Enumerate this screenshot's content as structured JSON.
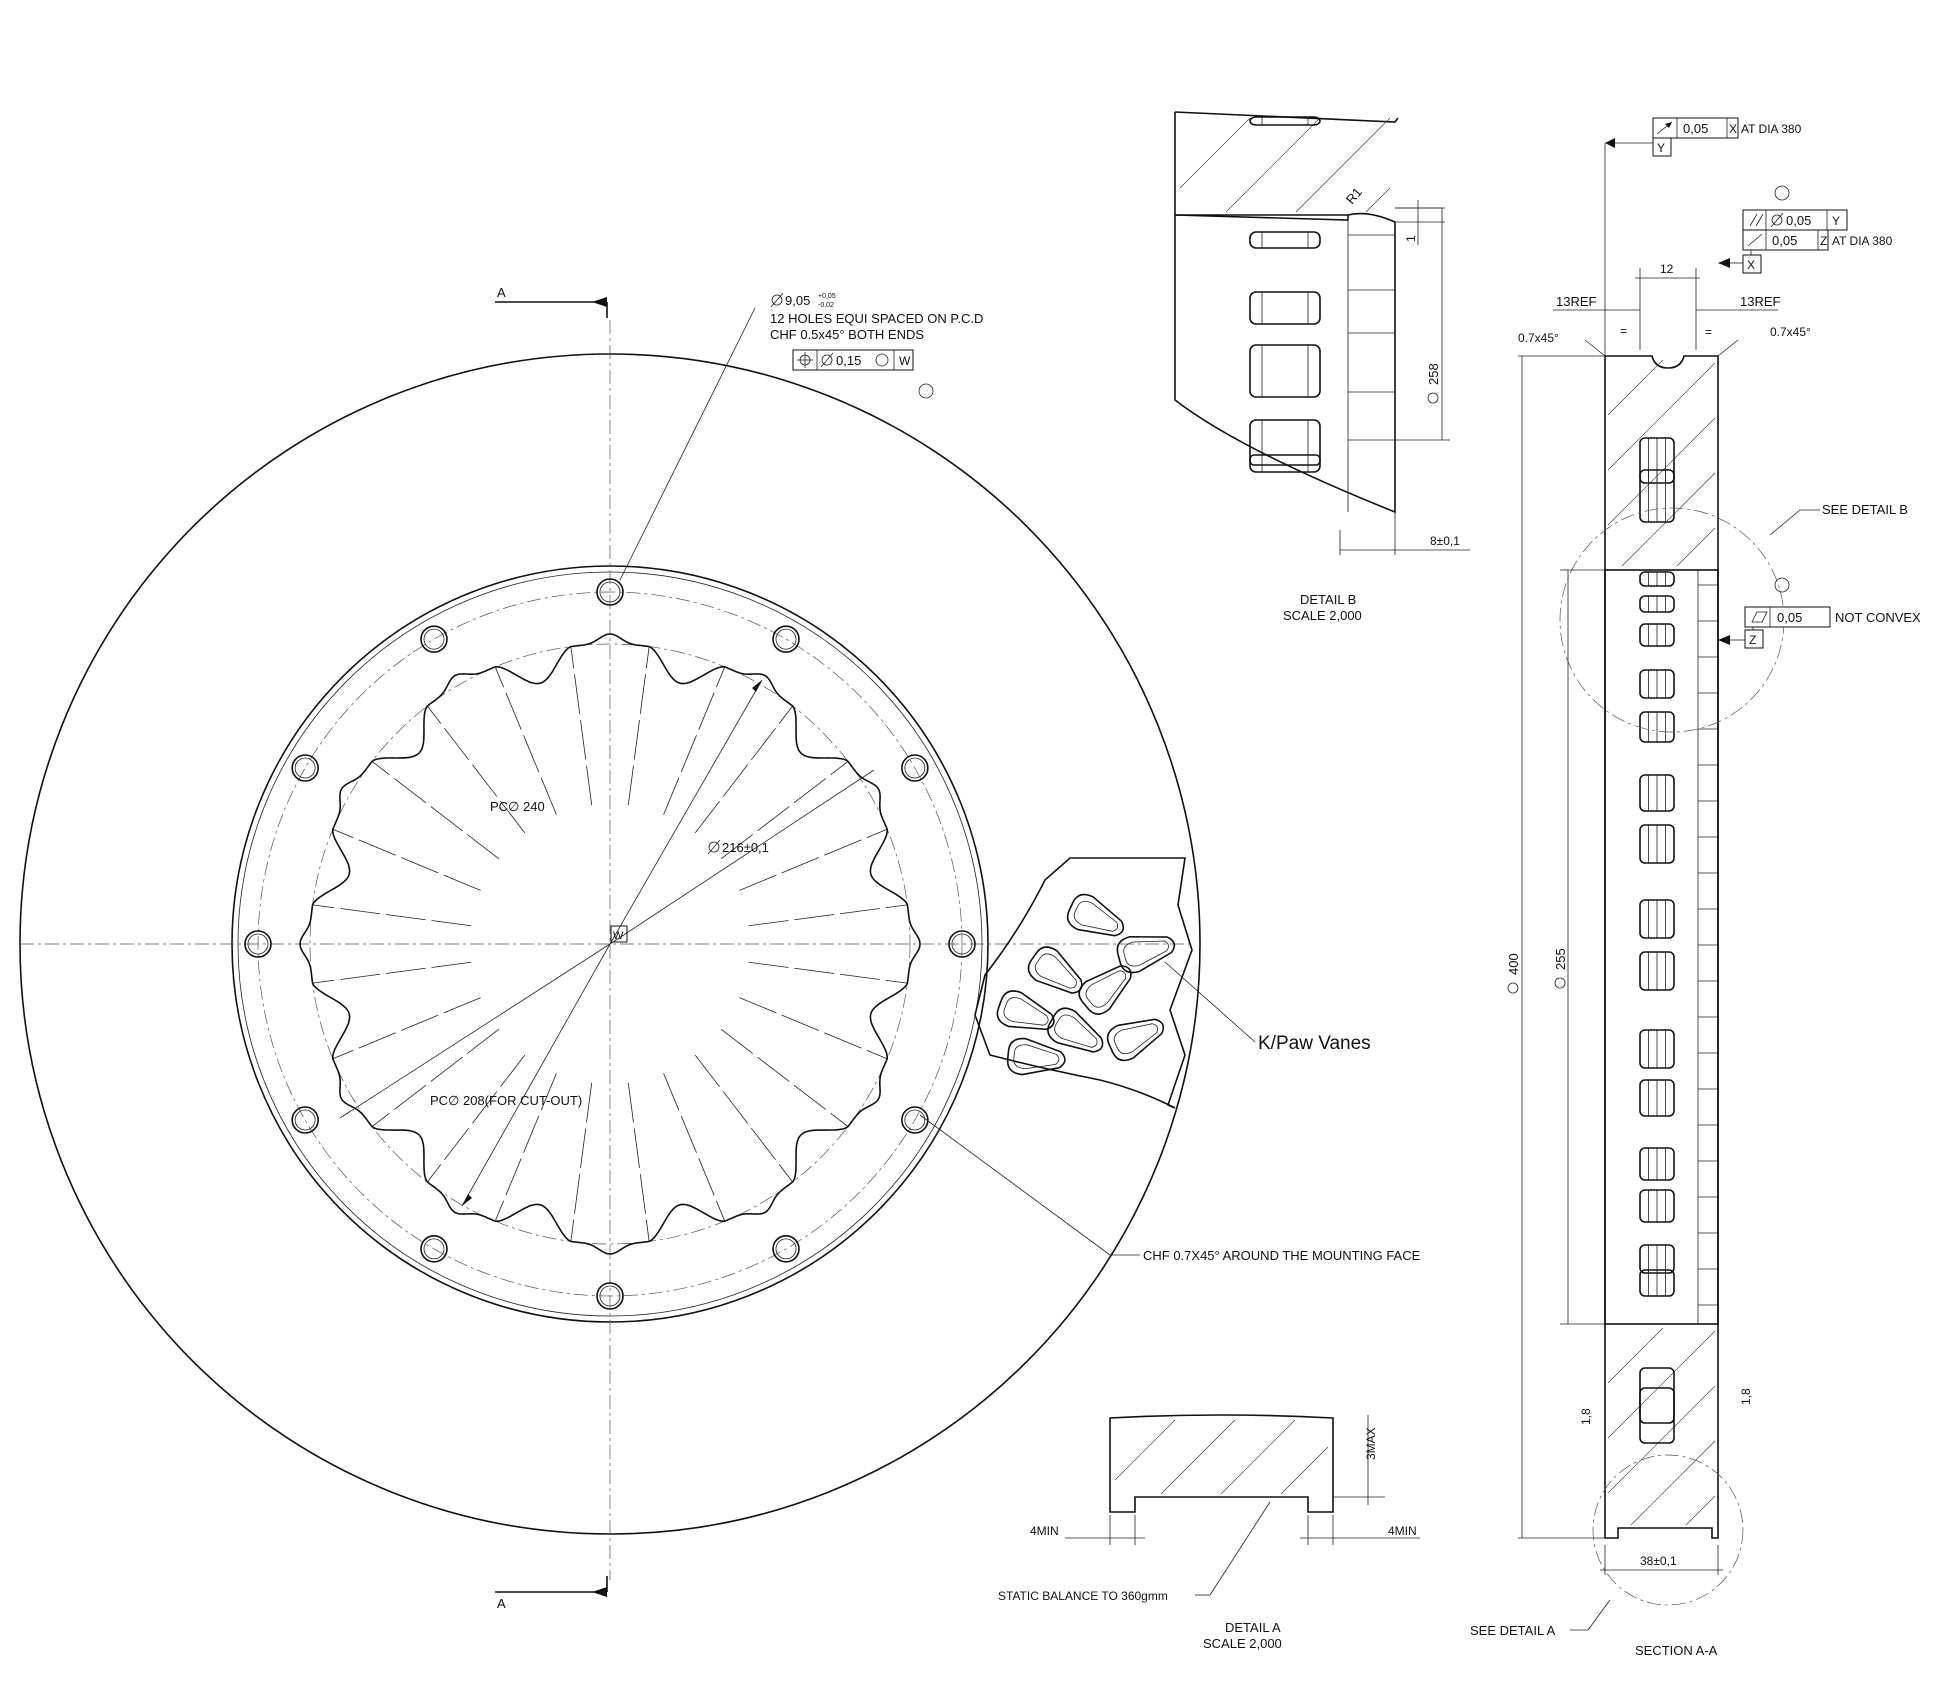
{
  "disc_view": {
    "section_label_top": "A",
    "section_label_bottom": "A",
    "hole_spec_dia": "9,05",
    "hole_tol_upper": "+0,05",
    "hole_tol_lower": "-0,02",
    "hole_spec_line2": "12 HOLES EQUI SPACED ON P.C.D",
    "hole_spec_line3": "CHF 0.5x45° BOTH ENDS",
    "position_tol_value": "0,15",
    "position_datum": "W",
    "center_datum": "W",
    "pcd_240": "PC∅ 240",
    "dia_216": "216±0,1",
    "pcd_208": "PC∅ 208(FOR CUT-OUT)",
    "vanes_label": "K/Paw Vanes",
    "chamfer_note": "CHF 0.7X45° AROUND THE MOUNTING FACE"
  },
  "detail_b": {
    "title": "DETAIL  B",
    "scale": "SCALE  2,000",
    "radius": "R1",
    "dim_1": "1",
    "dim_258": "258",
    "dim_8": "8±0,1"
  },
  "detail_a": {
    "title": "DETAIL  A",
    "scale": "SCALE  2,000",
    "dim_3max": "3MAX",
    "dim_4min_left": "4MIN",
    "dim_4min_right": "4MIN",
    "balance_note": "STATIC BALANCE TO 360gmm"
  },
  "section_aa": {
    "title": "SECTION  A-A",
    "runout_value": "0,05",
    "runout_datum": "X",
    "runout_note": "AT DIA 380",
    "datum_y": "Y",
    "parallel_value": "0,05",
    "parallel_datum": "Y",
    "runout2_value": "0,05",
    "runout2_datum": "Z",
    "runout2_note": "AT DIA 380",
    "datum_x": "X",
    "dim_12": "12",
    "ref_left": "13REF",
    "ref_right": "13REF",
    "eq_left": "=",
    "eq_right": "=",
    "chamfer_left": "0.7x45°",
    "chamfer_right": "0.7x45°",
    "see_detail_b": "SEE DETAIL  B",
    "flat_value": "0,05",
    "flat_note": "NOT CONVEX",
    "datum_z": "Z",
    "dia_400": "400",
    "dia_255": "255",
    "dim_1_8_left": "1,8",
    "dim_1_8_right": "1,8",
    "dim_38": "38±0,1",
    "see_detail_a": "SEE DETAIL  A"
  }
}
